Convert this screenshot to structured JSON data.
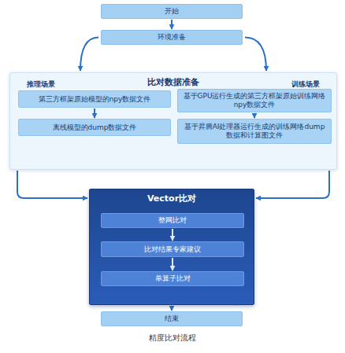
{
  "diagram": {
    "caption": "精度比对流程",
    "nodes": [
      {
        "text": [
          "开始"
        ]
      },
      {
        "text": [
          "环境准备"
        ]
      },
      {
        "text": [
          "比对数据准备"
        ]
      },
      {
        "text": [
          "第三方框架原始模型的npy数据文件"
        ],
        "in": 2
      },
      {
        "text": [
          "离线模型的dump数据文件"
        ],
        "in": 2
      },
      {
        "text": [
          "基于GPU运行生成的第三方框架原始训练网络npy数据文件"
        ],
        "in": 2
      },
      {
        "text": [
          "基于昇腾AI处理器运行生成的训练网络dump数据和计算图文件"
        ],
        "in": 2
      },
      {
        "text": [
          "Vector比对"
        ]
      },
      {
        "text": [
          "整网比对"
        ],
        "in": 7
      },
      {
        "text": [
          "比对结果专家建议"
        ],
        "in": 7
      },
      {
        "text": [
          "单算子比对"
        ],
        "in": 7
      },
      {
        "text": [
          "结束"
        ]
      }
    ],
    "edges": [
      {
        "from": 0,
        "to": 1,
        "arrow": "to"
      },
      {
        "from": 1,
        "to": 2,
        "arrow": "to"
      },
      {
        "from": 1,
        "to": 2,
        "arrow": "to"
      },
      {
        "from": 3,
        "to": 4,
        "arrow": "to"
      },
      {
        "from": 5,
        "to": 6,
        "arrow": "to"
      },
      {
        "from": 2,
        "to": 7,
        "arrow": "to"
      },
      {
        "from": 2,
        "to": 7,
        "arrow": "to"
      },
      {
        "from": 8,
        "to": 9,
        "arrow": "to"
      },
      {
        "from": 9,
        "to": 10,
        "arrow": "to"
      },
      {
        "from": 7,
        "to": 11,
        "arrow": "to"
      }
    ],
    "labels": [
      "推理场景",
      "训练场景"
    ]
  }
}
